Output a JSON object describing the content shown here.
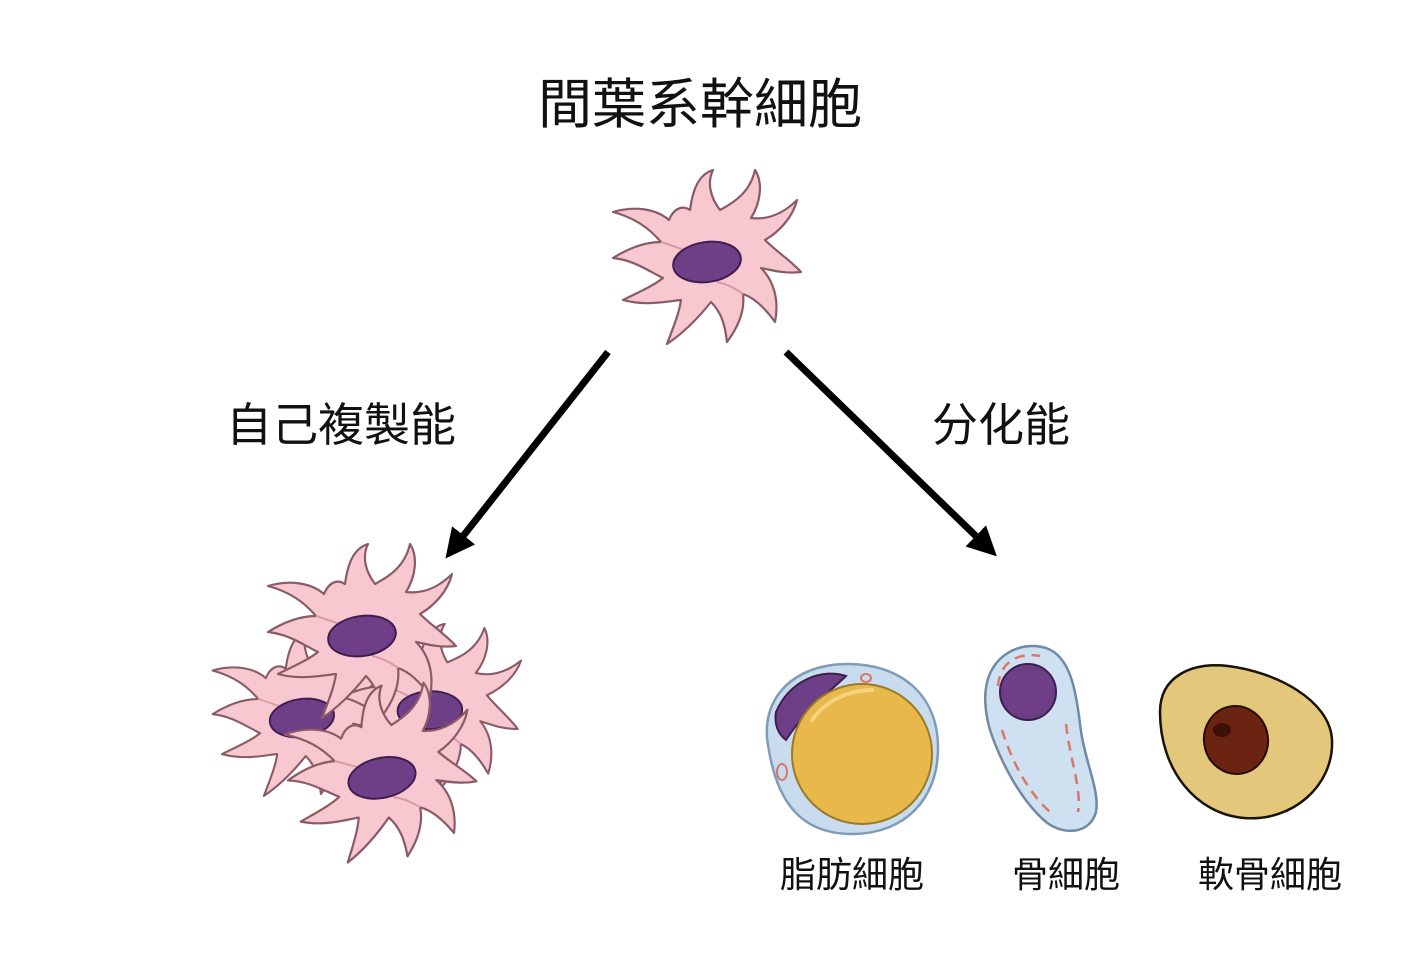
{
  "title": "間葉系幹細胞",
  "branches": {
    "left": {
      "label": "自己複製能"
    },
    "right": {
      "label": "分化能"
    }
  },
  "differentiated_cells": [
    {
      "label": "脂肪細胞",
      "icon": "adipocyte-icon"
    },
    {
      "label": "骨細胞",
      "icon": "osteocyte-icon"
    },
    {
      "label": "軟骨細胞",
      "icon": "chondrocyte-icon"
    }
  ],
  "colors": {
    "stem_cell_body": "#f8c8d0",
    "stem_cell_outline": "#8a5a66",
    "nucleus": "#6e3f86",
    "adipocyte_membrane": "#c9dcee",
    "lipid_droplet": "#e8b84a",
    "osteocyte_body": "#cfe0f0",
    "chondrocyte_matrix": "#e3c77a",
    "chondrocyte_nucleus": "#6b2412",
    "arrow": "#000000"
  }
}
